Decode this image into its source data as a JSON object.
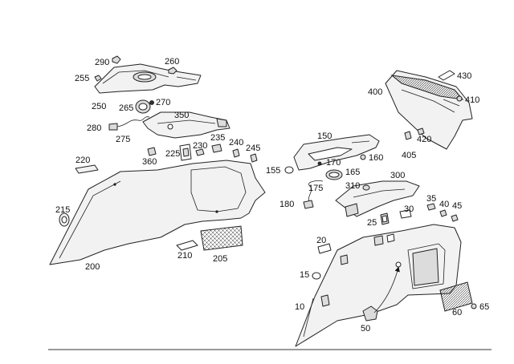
{
  "diagram": {
    "labels": [
      {
        "id": "290",
        "text": "290"
      },
      {
        "id": "260",
        "text": "260"
      },
      {
        "id": "255",
        "text": "255"
      },
      {
        "id": "250",
        "text": "250"
      },
      {
        "id": "265",
        "text": "265"
      },
      {
        "id": "270",
        "text": "270"
      },
      {
        "id": "350",
        "text": "350"
      },
      {
        "id": "280",
        "text": "280"
      },
      {
        "id": "275",
        "text": "275"
      },
      {
        "id": "220",
        "text": "220"
      },
      {
        "id": "360",
        "text": "360"
      },
      {
        "id": "225",
        "text": "225"
      },
      {
        "id": "230",
        "text": "230"
      },
      {
        "id": "235",
        "text": "235"
      },
      {
        "id": "240",
        "text": "240"
      },
      {
        "id": "245",
        "text": "245"
      },
      {
        "id": "215",
        "text": "215"
      },
      {
        "id": "200",
        "text": "200"
      },
      {
        "id": "210",
        "text": "210"
      },
      {
        "id": "205",
        "text": "205"
      },
      {
        "id": "400",
        "text": "400"
      },
      {
        "id": "430",
        "text": "430"
      },
      {
        "id": "410",
        "text": "410"
      },
      {
        "id": "420",
        "text": "420"
      },
      {
        "id": "405",
        "text": "405"
      },
      {
        "id": "150",
        "text": "150"
      },
      {
        "id": "160",
        "text": "160"
      },
      {
        "id": "155",
        "text": "155"
      },
      {
        "id": "170",
        "text": "170"
      },
      {
        "id": "165",
        "text": "165"
      },
      {
        "id": "300",
        "text": "300"
      },
      {
        "id": "175",
        "text": "175"
      },
      {
        "id": "310",
        "text": "310"
      },
      {
        "id": "180",
        "text": "180"
      },
      {
        "id": "35",
        "text": "35"
      },
      {
        "id": "40",
        "text": "40"
      },
      {
        "id": "45",
        "text": "45"
      },
      {
        "id": "30",
        "text": "30"
      },
      {
        "id": "25",
        "text": "25"
      },
      {
        "id": "20",
        "text": "20"
      },
      {
        "id": "15",
        "text": "15"
      },
      {
        "id": "10",
        "text": "10"
      },
      {
        "id": "50",
        "text": "50"
      },
      {
        "id": "60",
        "text": "60"
      },
      {
        "id": "65",
        "text": "65"
      }
    ]
  }
}
